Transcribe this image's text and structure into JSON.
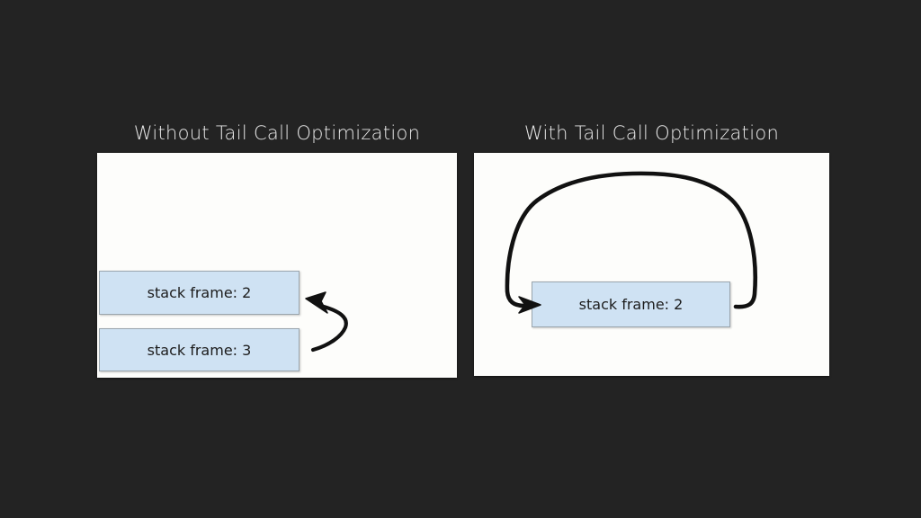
{
  "slide": {
    "background_color": "#232323",
    "panel_background_color": "#fdfdfb",
    "frame_fill_color": "#cfe2f3",
    "frame_border_color": "#9aa5ad",
    "title_color": "#e8e8e8",
    "arrow_color": "#111111"
  },
  "panels": [
    {
      "id": "without-tco",
      "title": "Without Tail Call Optimization",
      "frames": [
        {
          "label": "stack frame: 2"
        },
        {
          "label": "stack frame: 3"
        }
      ],
      "arrow": {
        "name": "recursive-call-arrow",
        "description": "curved arrow pointing up-left from stack frame 3 toward stack frame 2"
      }
    },
    {
      "id": "with-tco",
      "title": "With Tail Call Optimization",
      "frames": [
        {
          "label": "stack frame: 2"
        }
      ],
      "arrow": {
        "name": "tail-call-loop-arrow",
        "description": "large loop arrow leaving the right side of the frame, arcing over the top and re-entering the frame from the left"
      }
    }
  ]
}
